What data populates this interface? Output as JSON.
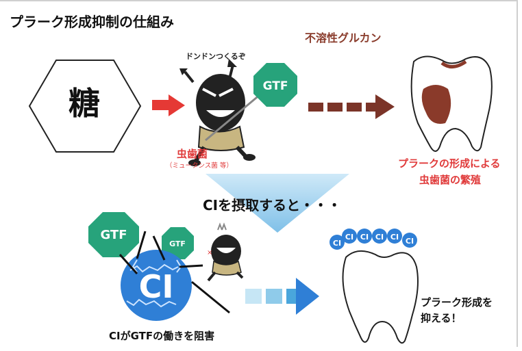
{
  "title": "プラーク形成抑制の仕組み",
  "sugar_label": "糖",
  "glucan_label": "不溶性グルカン",
  "bacterium_speech": "ドンドンつくるぞ",
  "enzyme_label": "GTF",
  "bacterium_label": "虫歯菌",
  "bacterium_sublabel": "（ミュータンス菌 等）",
  "plaque_caption_line1": "プラークの形成による",
  "plaque_caption_line2": "虫歯菌の繁殖",
  "ci_intake": "CIを摂取すると・・・",
  "ci_label": "CI",
  "ci_block_caption": "CIがGTFの働きを阻害",
  "suppress_line1": "プラーク形成を",
  "suppress_line2": "抑える！",
  "colors": {
    "red_arrow": "#e53935",
    "brown_arrow": "#7b3428",
    "teal_gtf": "#27a37b",
    "ci_blue": "#2f7fd6",
    "light_blue_arrow": "#a9d6ee",
    "tooth_cavity": "#8a3a2a",
    "caption_red": "#e03a3a",
    "glucan_brown": "#8a3c2c"
  },
  "icons": [
    "hexagon",
    "right-arrow",
    "devil-bacterium",
    "octagon-badge",
    "tooth",
    "down-arrow",
    "ci-molecule",
    "blue-bubble"
  ]
}
